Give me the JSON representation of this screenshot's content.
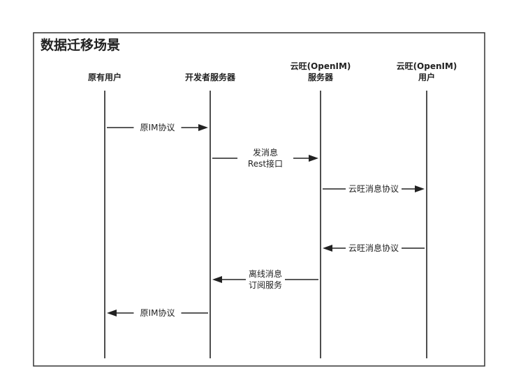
{
  "title": "数据迁移场景",
  "actors": [
    {
      "id": "a",
      "lines": [
        "原有用户"
      ]
    },
    {
      "id": "b",
      "lines": [
        "开发者服务器"
      ]
    },
    {
      "id": "c",
      "lines": [
        "云旺(OpenIM)",
        "服务器"
      ]
    },
    {
      "id": "d",
      "lines": [
        "云旺(OpenIM)",
        "用户"
      ]
    }
  ],
  "messages": [
    {
      "from": "a",
      "to": "b",
      "lines": [
        "原IM协议"
      ]
    },
    {
      "from": "b",
      "to": "c",
      "lines": [
        "发消息",
        "Rest接口"
      ]
    },
    {
      "from": "c",
      "to": "d",
      "lines": [
        "云旺消息协议"
      ]
    },
    {
      "from": "d",
      "to": "c",
      "lines": [
        "云旺消息协议"
      ]
    },
    {
      "from": "c",
      "to": "b",
      "lines": [
        "离线消息",
        "订阅服务"
      ]
    },
    {
      "from": "b",
      "to": "a",
      "lines": [
        "原IM协议"
      ]
    }
  ],
  "colors": {
    "line": "#222222",
    "border": "#333333",
    "background": "#ffffff"
  }
}
